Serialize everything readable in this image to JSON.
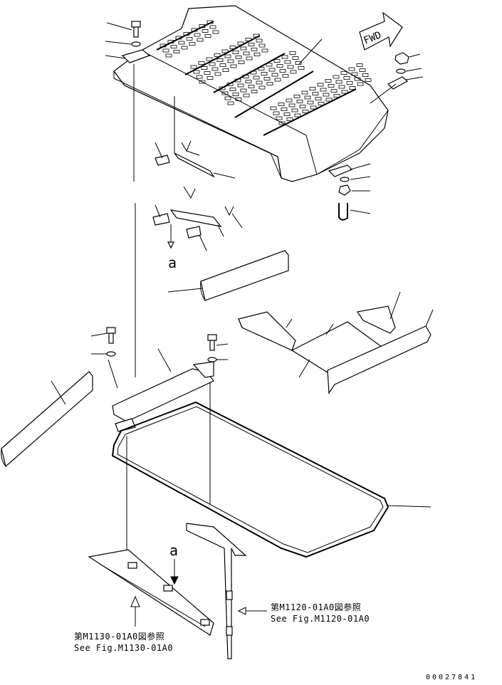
{
  "labels": {
    "fwd": "FWD",
    "view_a_top": "a",
    "view_a_bottom": "a",
    "ref_left_jp": "第M1130-01A0図参照",
    "ref_left_en": "See Fig.M1130-01A0",
    "ref_right_jp": "第M1120-01A0図参照",
    "ref_right_en": "See Fig.M1120-01A0",
    "doc_number": "00027841"
  }
}
